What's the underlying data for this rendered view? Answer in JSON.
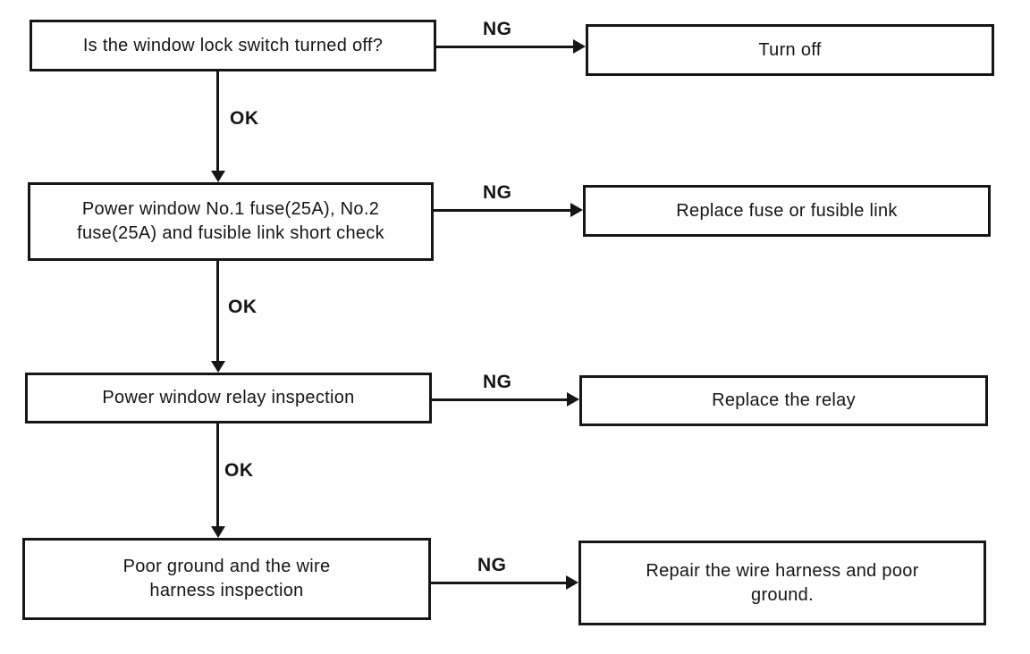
{
  "diagram": {
    "type": "flowchart",
    "background_color": "#fefefe",
    "ink_color": "#161616",
    "labels": {
      "ok": "OK",
      "ng": "NG"
    },
    "steps": [
      {
        "check": "Is the window lock switch turned off?",
        "remedy": "Turn off"
      },
      {
        "check": "Power window No.1 fuse(25A), No.2\nfuse(25A) and fusible link short check",
        "remedy": "Replace fuse or fusible link"
      },
      {
        "check": "Power window relay inspection",
        "remedy": "Replace the relay"
      },
      {
        "check": "Poor ground and the wire\nharness inspection",
        "remedy": "Repair the wire harness and poor\nground."
      }
    ]
  }
}
